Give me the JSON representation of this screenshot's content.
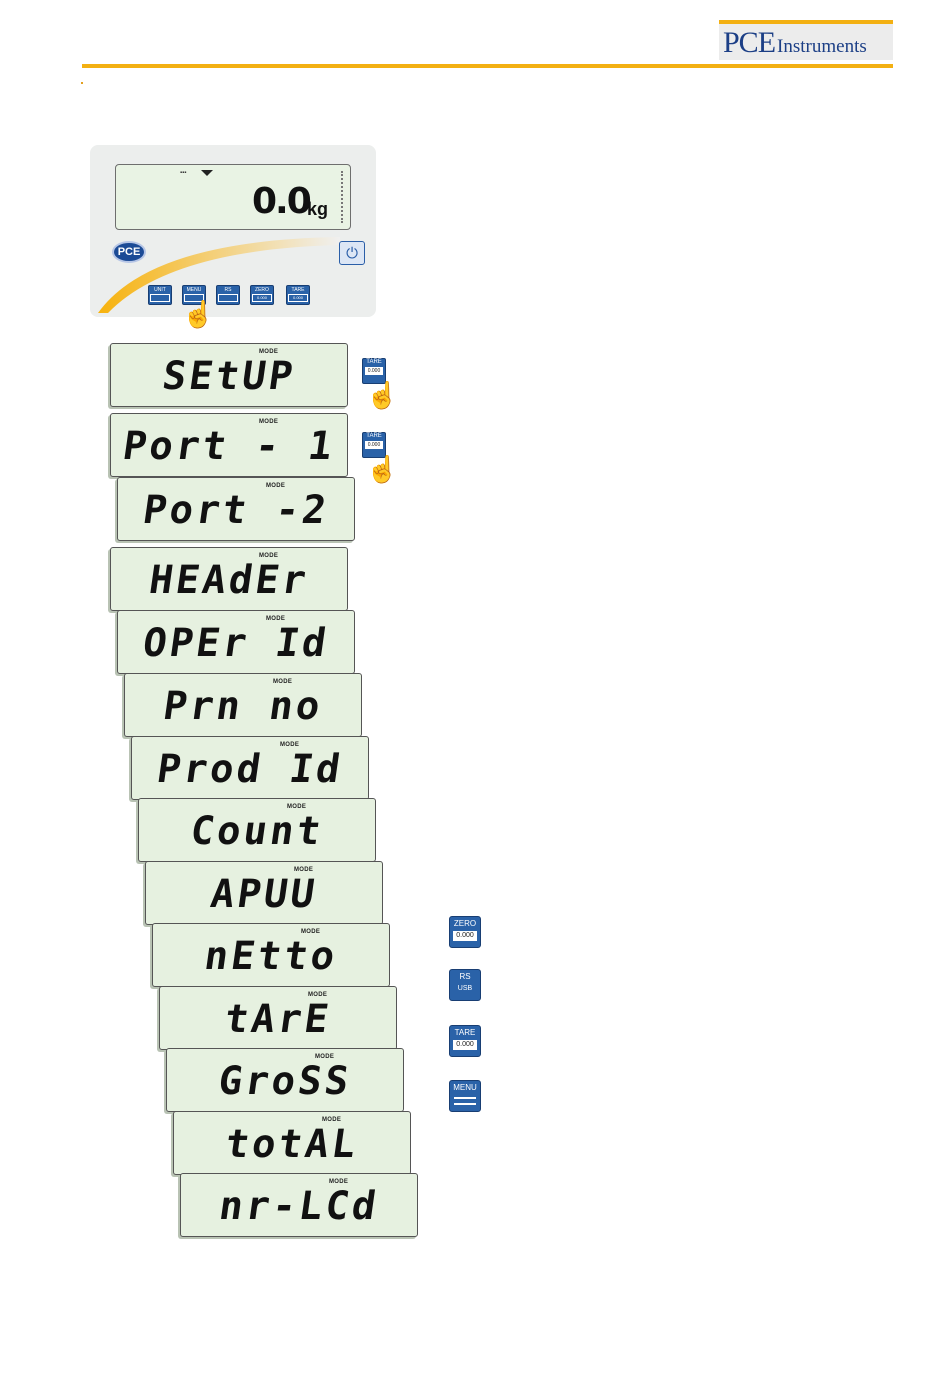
{
  "header": {
    "logo_big": "PCE",
    "logo_small": "Instruments"
  },
  "device": {
    "display_value": "0.0",
    "display_unit": "kg",
    "logo": "PCE",
    "keys": [
      "UNIT",
      "MENU",
      "RS",
      "ZERO",
      "TARE"
    ],
    "key_values": [
      "0.000",
      "0.000"
    ]
  },
  "screens": [
    {
      "mode": "MODE",
      "text": "SEtUP"
    },
    {
      "mode": "MODE",
      "text": "Port - 1"
    },
    {
      "mode": "MODE",
      "text": "Port -2"
    },
    {
      "mode": "MODE",
      "text": "HEAdEr"
    },
    {
      "mode": "MODE",
      "text": "OPEr Id"
    },
    {
      "mode": "MODE",
      "text": "Prn no"
    },
    {
      "mode": "MODE",
      "text": "Prod Id"
    },
    {
      "mode": "MODE",
      "text": "Count"
    },
    {
      "mode": "MODE",
      "text": "APUU"
    },
    {
      "mode": "MODE",
      "text": "nEtto"
    },
    {
      "mode": "MODE",
      "text": "tArE"
    },
    {
      "mode": "MODE",
      "text": "GroSS"
    },
    {
      "mode": "MODE",
      "text": "totAL"
    },
    {
      "mode": "MODE",
      "text": "nr-LCd"
    }
  ],
  "side_keys": {
    "tare_label": "TARE",
    "tare_value": "0.000",
    "zero_label": "ZERO",
    "zero_value": "0.000",
    "rs_label": "RS",
    "usb_label": "USB",
    "tare2_label": "TARE",
    "tare2_value": "0.000",
    "menu_label": "MENU"
  },
  "icons": [
    "hand-pointer-icon",
    "power-icon",
    "menu-lines-icon"
  ]
}
